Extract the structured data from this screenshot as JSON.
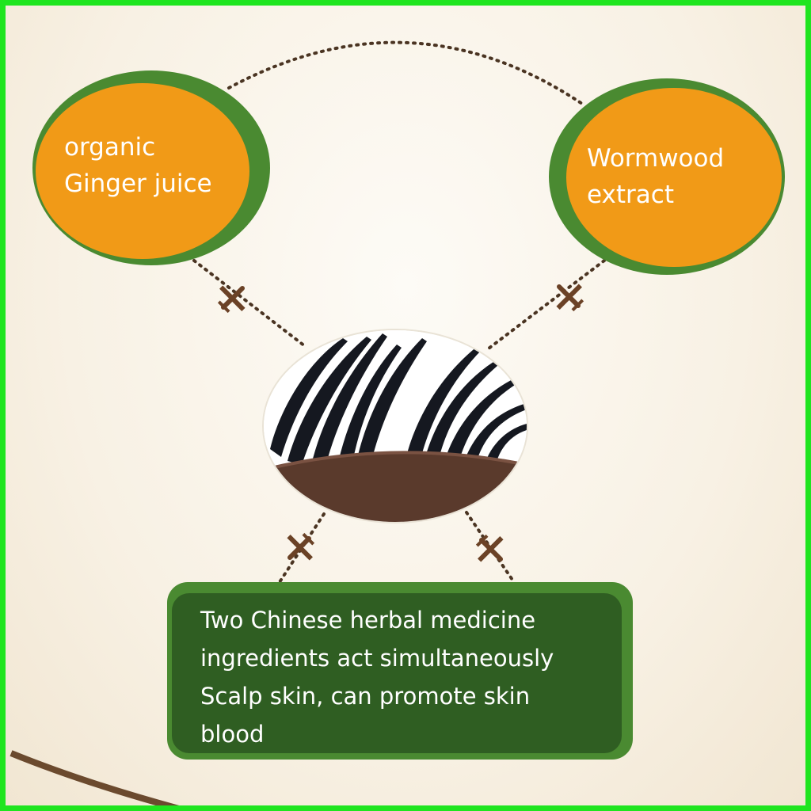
{
  "nodes": {
    "left": {
      "lines": [
        "organic",
        "Ginger juice"
      ]
    },
    "right": {
      "lines": [
        "Wormwood",
        "extract"
      ]
    }
  },
  "description": {
    "lines": [
      "Two Chinese herbal medicine",
      "ingredients act simultaneously",
      "Scalp skin, can promote skin",
      "blood"
    ]
  },
  "colors": {
    "frame": "#1fe51f",
    "node_fill": "#f19a17",
    "node_rim": "#4a8a31",
    "box_fill": "#2f5e22",
    "box_rim": "#4a8a31",
    "connector": "#5a3a22",
    "plane": "#6b4226"
  },
  "icons": [
    "airplane-icon"
  ]
}
